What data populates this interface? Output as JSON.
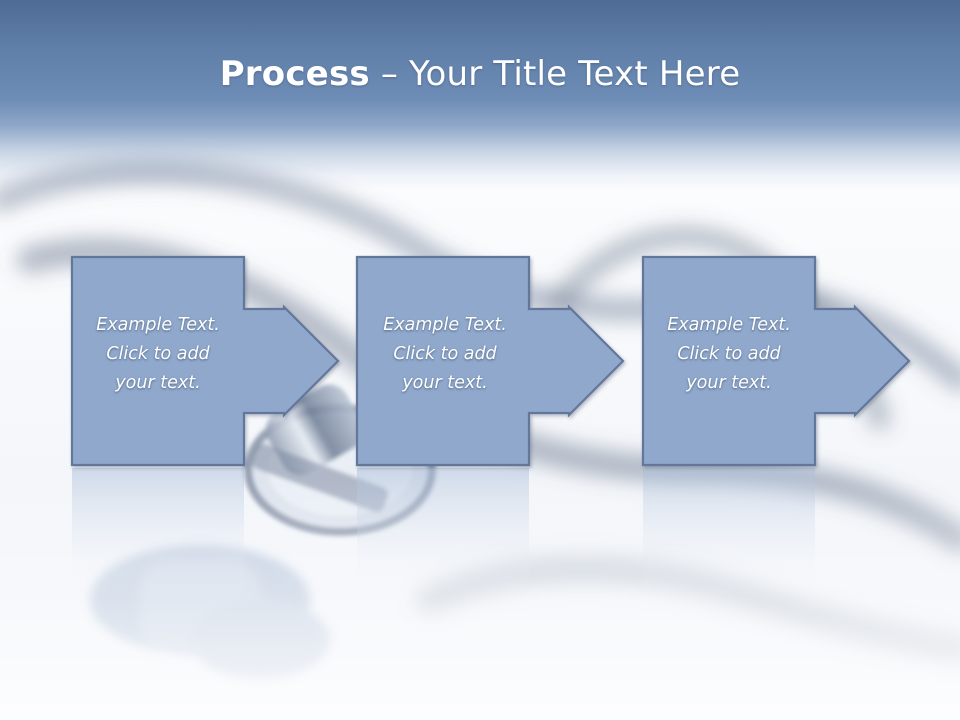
{
  "slide": {
    "title_strong": "Process",
    "title_rest": " – Your Title Text Here"
  },
  "steps": [
    {
      "line1": "Example Text.",
      "line2": "Click  to add",
      "line3": "your text."
    },
    {
      "line1": "Example Text.",
      "line2": "Click  to add",
      "line3": "your text."
    },
    {
      "line1": "Example Text.",
      "line2": "Click  to add",
      "line3": "your text."
    }
  ],
  "colors": {
    "header": "#6d8cb6",
    "shape_fill": "#8fa8cc",
    "shape_stroke": "#64779a",
    "text": "#ffffff"
  }
}
